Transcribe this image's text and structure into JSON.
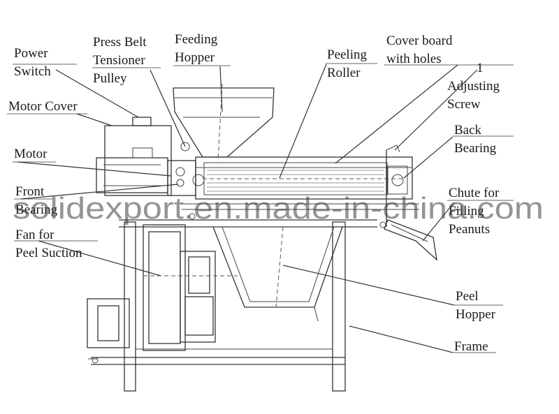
{
  "labels": {
    "power_switch": [
      "Power",
      "Switch"
    ],
    "press_belt": [
      "Press Belt",
      "Tensioner",
      "Pulley"
    ],
    "feeding_hopper": [
      "Feeding",
      "Hopper"
    ],
    "peeling_roller": [
      "Peeling",
      "Roller"
    ],
    "cover_board": [
      "Cover board",
      "with holes"
    ],
    "adjusting_screw": [
      "1",
      "Adjusting",
      "Screw"
    ],
    "motor_cover": "Motor Cover",
    "back_bearing": [
      "Back",
      "Bearing"
    ],
    "motor": "Motor",
    "front_bearing": [
      "Front",
      "Bearing"
    ],
    "chute": [
      "Chute for",
      "Filling",
      "Peanuts"
    ],
    "fan": [
      "Fan for",
      "Peel Suction"
    ],
    "peel_hopper": [
      "Peel",
      "Hopper"
    ],
    "frame": "Frame"
  },
  "watermark": "solidexport.en.made-in-china.com",
  "colors": {
    "line": "#333333",
    "text": "#1a1a1a",
    "background": "#ffffff"
  }
}
